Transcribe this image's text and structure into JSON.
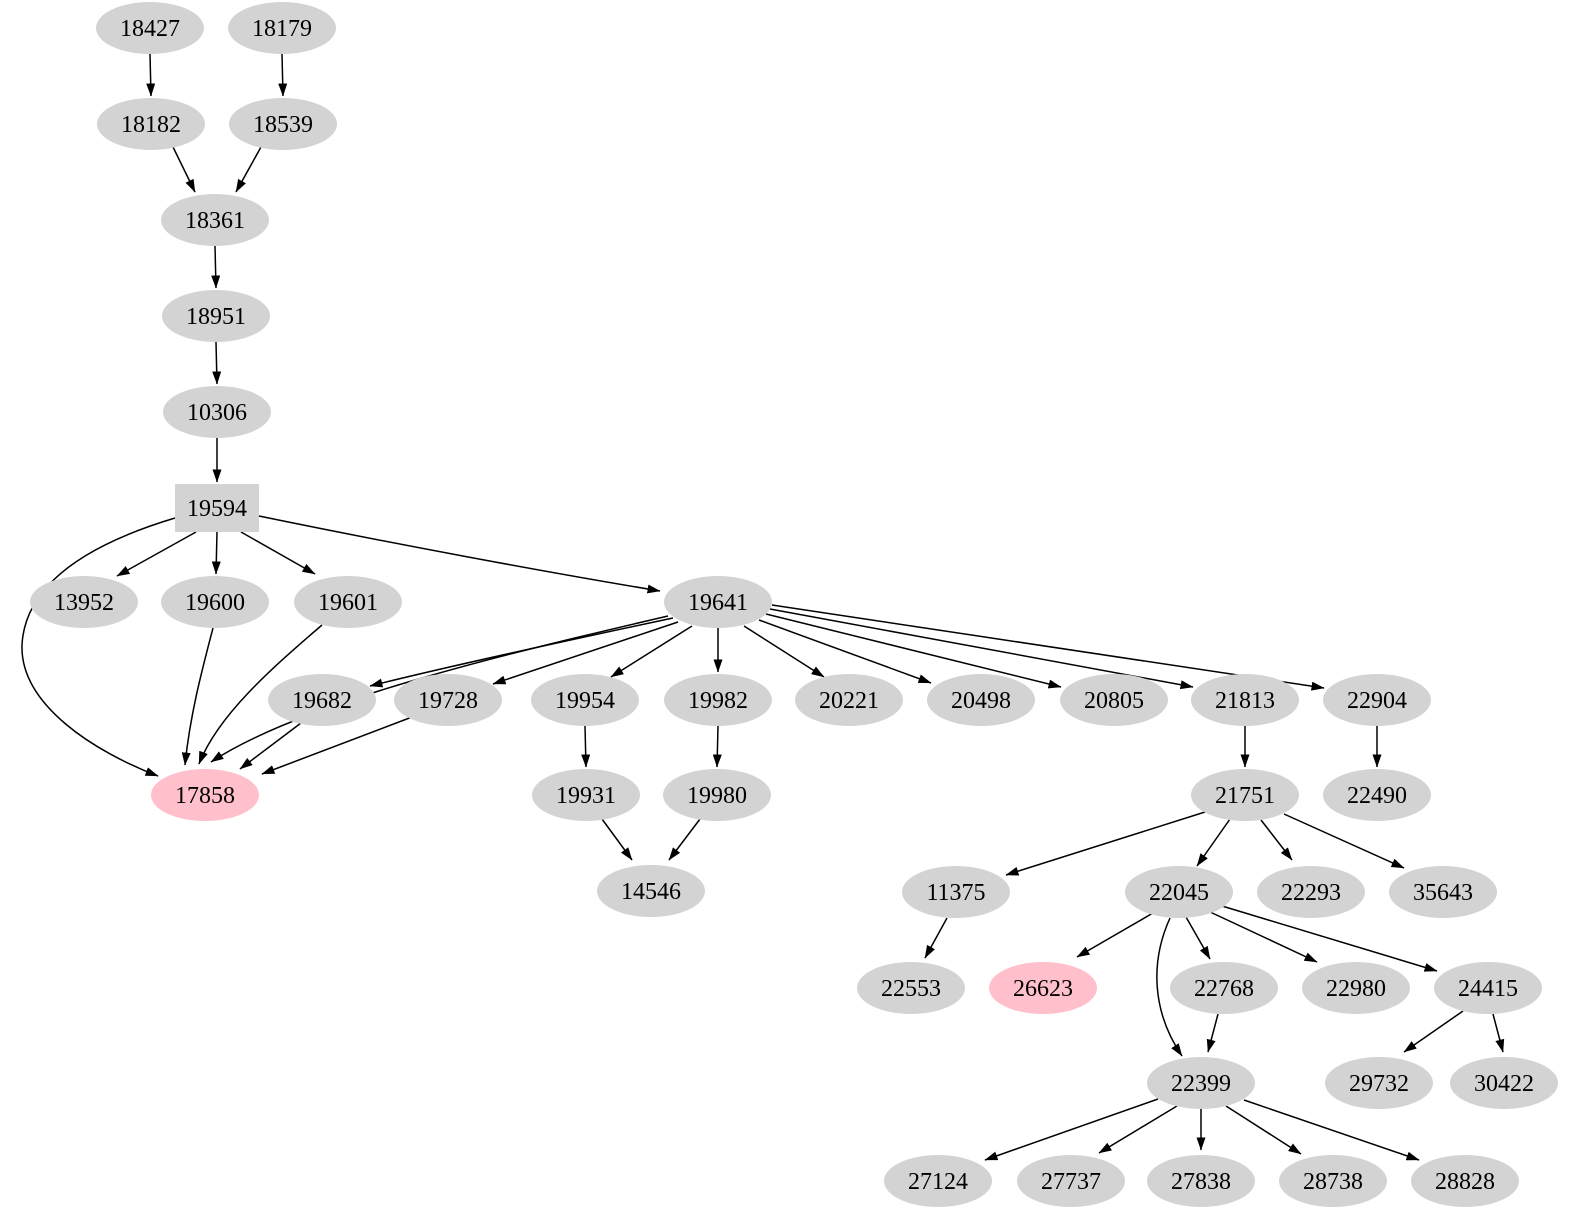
{
  "diagram": {
    "type": "directed-graph",
    "background": "#ffffff",
    "node_default_color": "#d3d3d3",
    "node_highlight_color": "#ffc0cb",
    "edge_color": "#000000",
    "highlighted_nodes": [
      "17858",
      "26623"
    ],
    "box_shaped_nodes": [
      "19594"
    ],
    "nodes": {
      "18427": {
        "label": "18427",
        "color": "#d3d3d3",
        "shape": "ellipse"
      },
      "18179": {
        "label": "18179",
        "color": "#d3d3d3",
        "shape": "ellipse"
      },
      "18182": {
        "label": "18182",
        "color": "#d3d3d3",
        "shape": "ellipse"
      },
      "18539": {
        "label": "18539",
        "color": "#d3d3d3",
        "shape": "ellipse"
      },
      "18361": {
        "label": "18361",
        "color": "#d3d3d3",
        "shape": "ellipse"
      },
      "18951": {
        "label": "18951",
        "color": "#d3d3d3",
        "shape": "ellipse"
      },
      "10306": {
        "label": "10306",
        "color": "#d3d3d3",
        "shape": "ellipse"
      },
      "19594": {
        "label": "19594",
        "color": "#d3d3d3",
        "shape": "box"
      },
      "13952": {
        "label": "13952",
        "color": "#d3d3d3",
        "shape": "ellipse"
      },
      "19600": {
        "label": "19600",
        "color": "#d3d3d3",
        "shape": "ellipse"
      },
      "19601": {
        "label": "19601",
        "color": "#d3d3d3",
        "shape": "ellipse"
      },
      "19641": {
        "label": "19641",
        "color": "#d3d3d3",
        "shape": "ellipse"
      },
      "19682": {
        "label": "19682",
        "color": "#d3d3d3",
        "shape": "ellipse"
      },
      "19728": {
        "label": "19728",
        "color": "#d3d3d3",
        "shape": "ellipse"
      },
      "19954": {
        "label": "19954",
        "color": "#d3d3d3",
        "shape": "ellipse"
      },
      "19982": {
        "label": "19982",
        "color": "#d3d3d3",
        "shape": "ellipse"
      },
      "20221": {
        "label": "20221",
        "color": "#d3d3d3",
        "shape": "ellipse"
      },
      "20498": {
        "label": "20498",
        "color": "#d3d3d3",
        "shape": "ellipse"
      },
      "20805": {
        "label": "20805",
        "color": "#d3d3d3",
        "shape": "ellipse"
      },
      "21813": {
        "label": "21813",
        "color": "#d3d3d3",
        "shape": "ellipse"
      },
      "22904": {
        "label": "22904",
        "color": "#d3d3d3",
        "shape": "ellipse"
      },
      "17858": {
        "label": "17858",
        "color": "#ffc0cb",
        "shape": "ellipse"
      },
      "19931": {
        "label": "19931",
        "color": "#d3d3d3",
        "shape": "ellipse"
      },
      "19980": {
        "label": "19980",
        "color": "#d3d3d3",
        "shape": "ellipse"
      },
      "21751": {
        "label": "21751",
        "color": "#d3d3d3",
        "shape": "ellipse"
      },
      "22490": {
        "label": "22490",
        "color": "#d3d3d3",
        "shape": "ellipse"
      },
      "14546": {
        "label": "14546",
        "color": "#d3d3d3",
        "shape": "ellipse"
      },
      "11375": {
        "label": "11375",
        "color": "#d3d3d3",
        "shape": "ellipse"
      },
      "22045": {
        "label": "22045",
        "color": "#d3d3d3",
        "shape": "ellipse"
      },
      "22293": {
        "label": "22293",
        "color": "#d3d3d3",
        "shape": "ellipse"
      },
      "35643": {
        "label": "35643",
        "color": "#d3d3d3",
        "shape": "ellipse"
      },
      "22553": {
        "label": "22553",
        "color": "#d3d3d3",
        "shape": "ellipse"
      },
      "26623": {
        "label": "26623",
        "color": "#ffc0cb",
        "shape": "ellipse"
      },
      "22768": {
        "label": "22768",
        "color": "#d3d3d3",
        "shape": "ellipse"
      },
      "22980": {
        "label": "22980",
        "color": "#d3d3d3",
        "shape": "ellipse"
      },
      "24415": {
        "label": "24415",
        "color": "#d3d3d3",
        "shape": "ellipse"
      },
      "22399": {
        "label": "22399",
        "color": "#d3d3d3",
        "shape": "ellipse"
      },
      "29732": {
        "label": "29732",
        "color": "#d3d3d3",
        "shape": "ellipse"
      },
      "30422": {
        "label": "30422",
        "color": "#d3d3d3",
        "shape": "ellipse"
      },
      "27124": {
        "label": "27124",
        "color": "#d3d3d3",
        "shape": "ellipse"
      },
      "27737": {
        "label": "27737",
        "color": "#d3d3d3",
        "shape": "ellipse"
      },
      "27838": {
        "label": "27838",
        "color": "#d3d3d3",
        "shape": "ellipse"
      },
      "28738": {
        "label": "28738",
        "color": "#d3d3d3",
        "shape": "ellipse"
      },
      "28828": {
        "label": "28828",
        "color": "#d3d3d3",
        "shape": "ellipse"
      }
    },
    "edges": [
      {
        "from": "18427",
        "to": "18182"
      },
      {
        "from": "18179",
        "to": "18539"
      },
      {
        "from": "18182",
        "to": "18361"
      },
      {
        "from": "18539",
        "to": "18361"
      },
      {
        "from": "18361",
        "to": "18951"
      },
      {
        "from": "18951",
        "to": "10306"
      },
      {
        "from": "10306",
        "to": "19594"
      },
      {
        "from": "19594",
        "to": "13952"
      },
      {
        "from": "19594",
        "to": "19600"
      },
      {
        "from": "19594",
        "to": "19601"
      },
      {
        "from": "19594",
        "to": "19641"
      },
      {
        "from": "19594",
        "to": "17858"
      },
      {
        "from": "19600",
        "to": "17858"
      },
      {
        "from": "19601",
        "to": "17858"
      },
      {
        "from": "19641",
        "to": "17858"
      },
      {
        "from": "19641",
        "to": "19682"
      },
      {
        "from": "19641",
        "to": "19728"
      },
      {
        "from": "19641",
        "to": "19954"
      },
      {
        "from": "19641",
        "to": "19982"
      },
      {
        "from": "19641",
        "to": "20221"
      },
      {
        "from": "19641",
        "to": "20498"
      },
      {
        "from": "19641",
        "to": "20805"
      },
      {
        "from": "19641",
        "to": "21813"
      },
      {
        "from": "19641",
        "to": "22904"
      },
      {
        "from": "19682",
        "to": "17858"
      },
      {
        "from": "19728",
        "to": "17858"
      },
      {
        "from": "19954",
        "to": "19931"
      },
      {
        "from": "19982",
        "to": "19980"
      },
      {
        "from": "19931",
        "to": "14546"
      },
      {
        "from": "19980",
        "to": "14546"
      },
      {
        "from": "21813",
        "to": "21751"
      },
      {
        "from": "22904",
        "to": "22490"
      },
      {
        "from": "21751",
        "to": "11375"
      },
      {
        "from": "21751",
        "to": "22045"
      },
      {
        "from": "21751",
        "to": "22293"
      },
      {
        "from": "21751",
        "to": "35643"
      },
      {
        "from": "11375",
        "to": "22553"
      },
      {
        "from": "22045",
        "to": "26623"
      },
      {
        "from": "22045",
        "to": "22768"
      },
      {
        "from": "22045",
        "to": "22980"
      },
      {
        "from": "22045",
        "to": "24415"
      },
      {
        "from": "22045",
        "to": "22399"
      },
      {
        "from": "22768",
        "to": "22399"
      },
      {
        "from": "24415",
        "to": "29732"
      },
      {
        "from": "24415",
        "to": "30422"
      },
      {
        "from": "22399",
        "to": "27124"
      },
      {
        "from": "22399",
        "to": "27737"
      },
      {
        "from": "22399",
        "to": "27838"
      },
      {
        "from": "22399",
        "to": "28738"
      },
      {
        "from": "22399",
        "to": "28828"
      }
    ]
  }
}
